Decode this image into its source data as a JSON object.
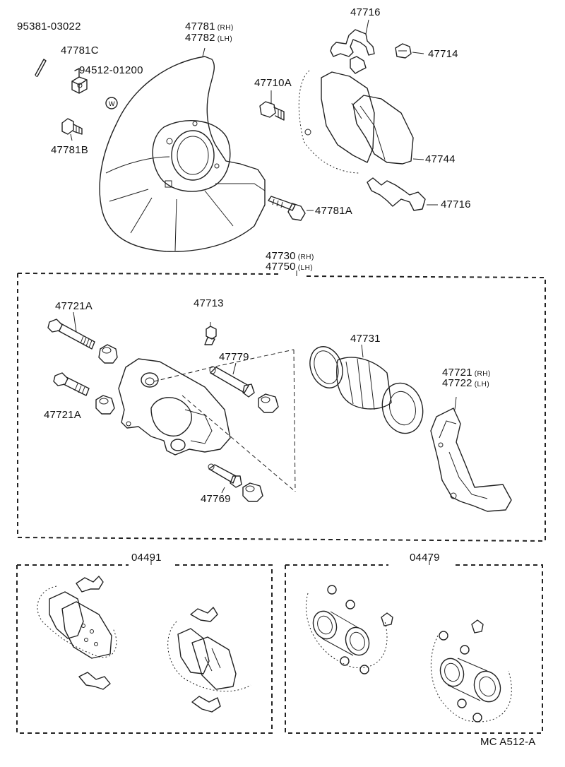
{
  "labels": {
    "p95381": "95381-03022",
    "p47781c": "47781C",
    "p94512": "94512-01200",
    "p47781b": "47781B",
    "p47781": "47781",
    "p47782": "47782",
    "rh": "(RH)",
    "lh": "(LH)",
    "p47716_top": "47716",
    "p47714": "47714",
    "p47710a": "47710A",
    "p47744": "47744",
    "p47716_bot": "47716",
    "p47781a": "47781A",
    "p47730": "47730",
    "p47750": "47750",
    "p47721a_top": "47721A",
    "p47721a_bot": "47721A",
    "p47713": "47713",
    "p47779": "47779",
    "p47731": "47731",
    "p47721": "47721",
    "p47722": "47722",
    "p47769": "47769",
    "p04491": "04491",
    "p04479": "04479",
    "code": "MC  A512-A"
  },
  "icons": {
    "washer_mark": "W"
  }
}
